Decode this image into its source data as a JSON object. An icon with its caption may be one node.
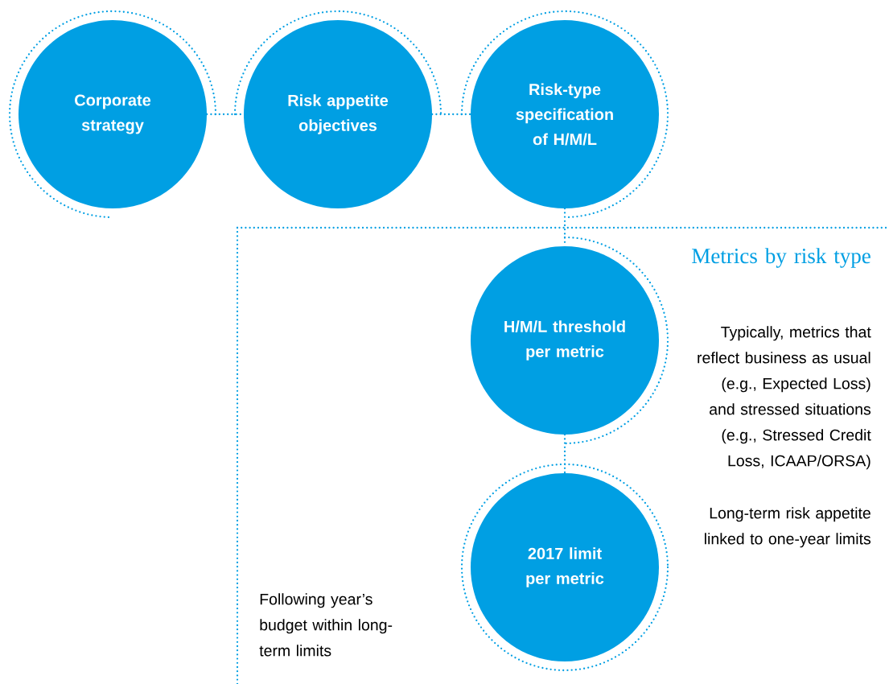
{
  "diagram": {
    "nodes": [
      {
        "text": [
          "Corporate strategy"
        ]
      },
      {
        "text": [
          "Risk appetite objectives"
        ]
      },
      {
        "text": [
          "Risk-type specification of H/M/L"
        ]
      },
      {
        "text": [
          "H/M/L threshold per metric"
        ]
      },
      {
        "text": [
          "2017 limit per metric"
        ]
      }
    ],
    "edges": [
      {
        "from": 0,
        "to": 1,
        "arrow": "none"
      },
      {
        "from": 1,
        "to": 2,
        "arrow": "none"
      },
      {
        "from": 2,
        "to": 3,
        "arrow": "none"
      },
      {
        "from": 3,
        "to": 4,
        "arrow": "none"
      }
    ],
    "labels": [
      "Metrics by risk type",
      "Typically, metrics that reflect business as usual (e.g., Expected Loss) and stressed situations (e.g., Stressed Credit Loss, ICAAP/ORSA)",
      "Long-term risk appetite linked to one-year limits",
      "Following year’s budget within long-term limits"
    ]
  }
}
